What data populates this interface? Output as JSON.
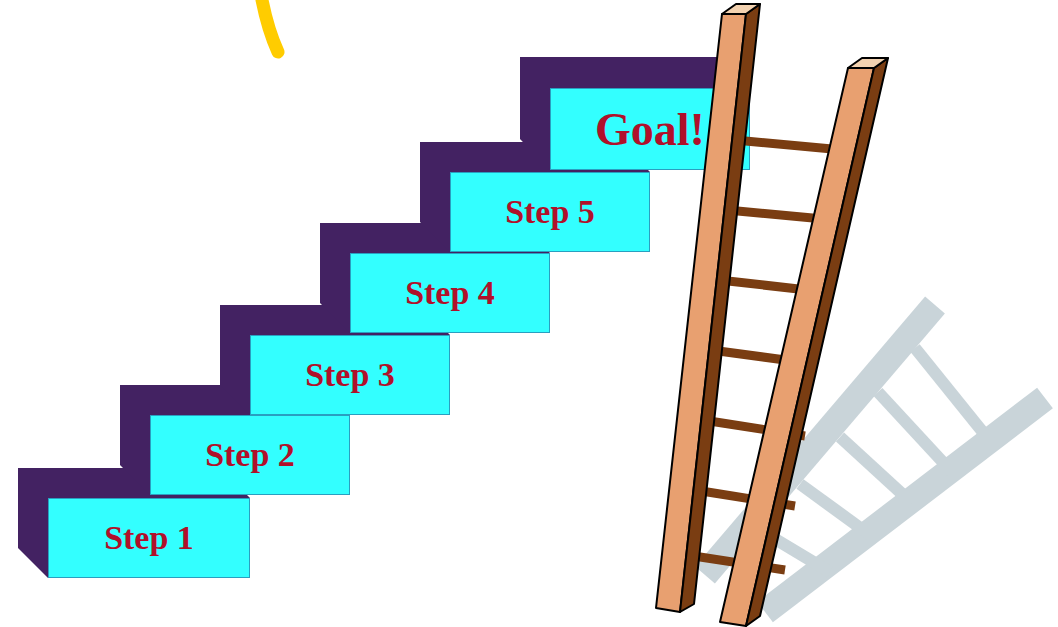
{
  "diagram": {
    "nodes": [
      {
        "text": [
          "Step 1"
        ]
      },
      {
        "text": [
          "Step 2"
        ]
      },
      {
        "text": [
          "Step 3"
        ]
      },
      {
        "text": [
          "Step 4"
        ]
      },
      {
        "text": [
          "Step 5"
        ]
      },
      {
        "text": [
          "Goal!"
        ]
      }
    ]
  }
}
